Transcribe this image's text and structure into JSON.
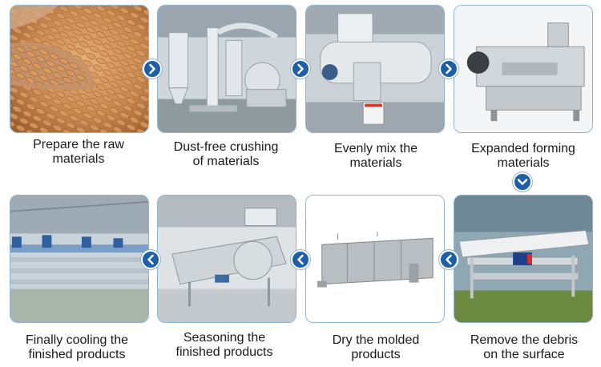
{
  "colors": {
    "accent": "#1f5fa8",
    "panel_border": "#8fb3cf",
    "caption_text": "#1a1a1a"
  },
  "steps": [
    {
      "label_line1": "Prepare the raw",
      "label_line2": "materials",
      "image": "wheat-grains-photo"
    },
    {
      "label_line1": "Dust-free crushing",
      "label_line2": "of materials",
      "image": "crusher-machine-photo"
    },
    {
      "label_line1": "Evenly mix the",
      "label_line2": "materials",
      "image": "mixer-machine-photo"
    },
    {
      "label_line1": "Expanded forming",
      "label_line2": "materials",
      "image": "extruder-machine-photo"
    },
    {
      "label_line1": "Remove the debris",
      "label_line2": "on the surface",
      "image": "vibrating-sieve-photo"
    },
    {
      "label_line1": "Dry the molded",
      "label_line2": "products",
      "image": "dryer-oven-photo"
    },
    {
      "label_line1": "Seasoning the",
      "label_line2": "finished products",
      "image": "seasoning-drum-photo"
    },
    {
      "label_line1": "Finally cooling the",
      "label_line2": "finished products",
      "image": "cooling-conveyor-photo"
    }
  ],
  "arrows": {
    "step1_to_2": "arrow-right-icon",
    "step2_to_3": "arrow-right-icon",
    "step3_to_4": "arrow-right-icon",
    "step4_to_5": "arrow-down-icon",
    "step5_to_6": "arrow-left-icon",
    "step6_to_7": "arrow-left-icon",
    "step7_to_8": "arrow-left-icon"
  }
}
